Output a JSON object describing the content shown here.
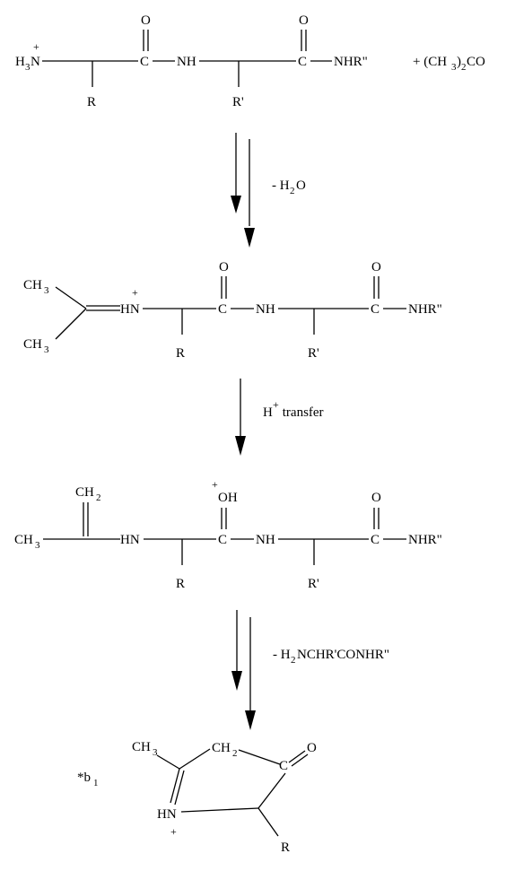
{
  "title": "",
  "structures": {
    "s1": {
      "amine": "H",
      "amine_sub": "3",
      "amine_tail": "N",
      "charge": "+",
      "c1": "C",
      "o1": "O",
      "nh": "NH",
      "c2": "C",
      "o2": "O",
      "amide": "NHR\"",
      "r": "R",
      "r_prime": "R'"
    },
    "reagent": {
      "prefix": "+ (CH",
      "sub": "3",
      "mid": ")",
      "sub2": "2",
      "suffix": "CO"
    },
    "s2": {
      "ch3_top": "CH",
      "ch3_top_sub": "3",
      "ch3_bottom": "CH",
      "ch3_bottom_sub": "3",
      "imine": "HN",
      "charge": "+",
      "c1": "C",
      "o1": "O",
      "nh": "NH",
      "c2": "C",
      "o2": "O",
      "amide": "NHR\"",
      "r": "R",
      "r_prime": "R'"
    },
    "s3": {
      "ch2": "CH",
      "ch2_sub": "2",
      "ch3": "CH",
      "ch3_sub": "3",
      "hn": "HN",
      "c1": "C",
      "oh": "OH",
      "charge": "+",
      "nh": "NH",
      "c2": "C",
      "o2": "O",
      "amide": "NHR\"",
      "r": "R",
      "r_prime": "R'"
    },
    "s4": {
      "label": "*b",
      "label_sub": "1",
      "ch3": "CH",
      "ch3_sub": "3",
      "ch2": "CH",
      "ch2_sub": "2",
      "c": "C",
      "o": "O",
      "hn": "HN",
      "charge": "+",
      "r": "R"
    }
  },
  "steps": [
    {
      "label_pre": "- H",
      "label_sub": "2",
      "label_post": "O",
      "reversible": true
    },
    {
      "label_pre": "H",
      "label_sup": "+",
      "label_post": " transfer",
      "reversible": false
    },
    {
      "label_pre": "- H",
      "label_sub": "2",
      "label_post": "NCHR'CONHR\"",
      "reversible": true
    }
  ]
}
